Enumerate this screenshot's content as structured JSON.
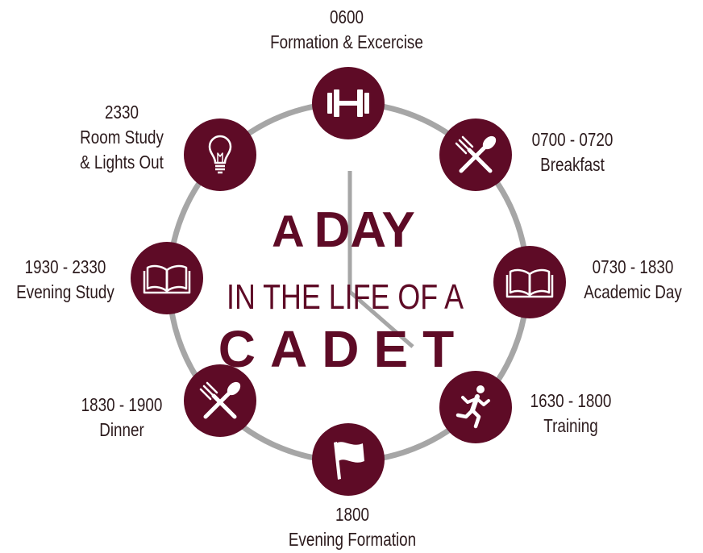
{
  "title": {
    "line1_a": "A",
    "line1_b": "DAY",
    "line2": "IN THE LIFE OF A",
    "line3": "CADET"
  },
  "colors": {
    "accent": "#5e0b26",
    "ring": "#a6a6a6",
    "text": "#2b1a1c"
  },
  "events": [
    {
      "id": "formation-exercise",
      "time": "0600",
      "label": "Formation & Excercise",
      "icon": "dumbbell-icon"
    },
    {
      "id": "breakfast",
      "time": "0700 - 0720",
      "label": "Breakfast",
      "icon": "fork-spoon-icon"
    },
    {
      "id": "academic-day",
      "time": "0730 - 1830",
      "label": "Academic Day",
      "icon": "open-book-icon"
    },
    {
      "id": "training",
      "time": "1630 - 1800",
      "label": "Training",
      "icon": "runner-icon"
    },
    {
      "id": "evening-formation",
      "time": "1800",
      "label": "Evening Formation",
      "icon": "flag-icon"
    },
    {
      "id": "dinner",
      "time": "1830 -  1900",
      "label": "Dinner",
      "icon": "fork-spoon-icon"
    },
    {
      "id": "evening-study",
      "time": "1930 - 2330",
      "label": "Evening Study",
      "icon": "open-book-icon"
    },
    {
      "id": "room-study",
      "time": "2330",
      "label": "Room Study",
      "label2": "& Lights Out",
      "icon": "lightbulb-icon"
    }
  ]
}
